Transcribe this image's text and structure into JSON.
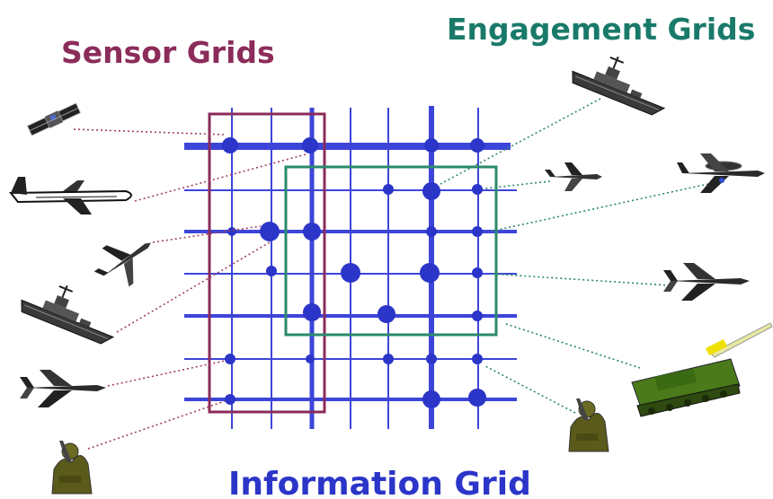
{
  "labels": {
    "sensor_grids": "Sensor Grids",
    "engagement_grids": "Engagement Grids",
    "information_grid": "Information Grid"
  },
  "colors": {
    "sensor": "#8b2c5a",
    "engagement": "#1a7a6a",
    "information": "#2b35c8",
    "grid_line": "#3d45d9",
    "sensor_link": "#a04060",
    "engagement_link": "#2a8a6a",
    "platform_dark": "#1a1a1a",
    "platform_olive": "#5a5a1a",
    "tank_green": "#4a7a1a"
  },
  "icons": {
    "sensors": [
      "satellite-icon",
      "awacs-aircraft-icon",
      "fighter-aircraft-icon",
      "warship-icon",
      "jet-fighter-icon",
      "ground-soldier-icon"
    ],
    "shooters": [
      "warship-icon",
      "fighter-aircraft-icon",
      "awacs-aircraft-icon",
      "jet-fighter-icon",
      "missile-launcher-tank-icon",
      "ground-soldier-icon"
    ]
  }
}
